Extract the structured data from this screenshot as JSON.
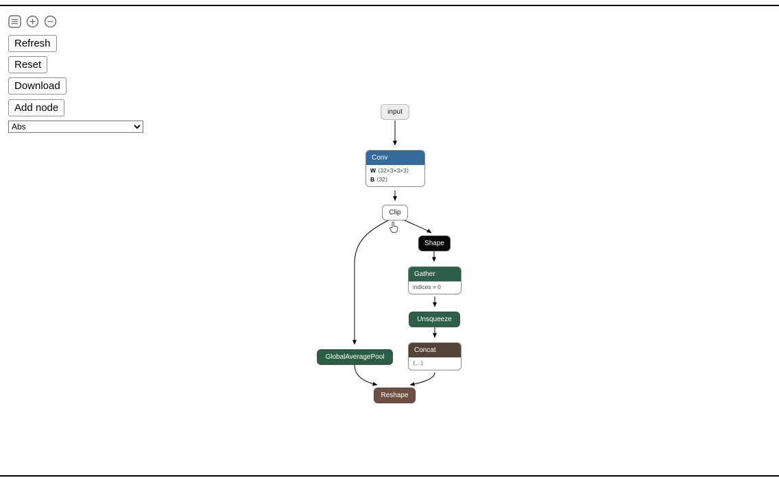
{
  "window": {
    "top_border_color": "#000000",
    "bottom_border_color": "#000000"
  },
  "toolbar": {
    "menu_icon": "hamburger-menu",
    "zoom_in_icon": "zoom-in",
    "zoom_out_icon": "zoom-out",
    "refresh_label": "Refresh",
    "reset_label": "Reset",
    "download_label": "Download",
    "add_node_label": "Add node",
    "node_type_selected": "Abs"
  },
  "graph": {
    "nodes": {
      "input": {
        "label": "input",
        "kind": "io"
      },
      "conv": {
        "label": "Conv",
        "kind": "layer",
        "color": "#38699b",
        "weights_name": "W",
        "weights_value": "⟨32×3×3×3⟩",
        "bias_name": "B",
        "bias_value": "⟨32⟩"
      },
      "clip": {
        "label": "Clip",
        "kind": "activation"
      },
      "shape": {
        "label": "Shape",
        "kind": "shape",
        "color": "#0a0a0a"
      },
      "gather": {
        "label": "Gather",
        "kind": "transform",
        "color": "#2e5f48",
        "attribute": "indices = 0"
      },
      "unsqueeze": {
        "label": "Unsqueeze",
        "kind": "transform",
        "color": "#2e5f48"
      },
      "global_average_pool": {
        "label": "GlobalAveragePool",
        "kind": "pool",
        "color": "#2a5f45"
      },
      "concat": {
        "label": "Concat",
        "kind": "tensor",
        "color": "#53443a",
        "attribute": "⟨…⟩"
      },
      "reshape": {
        "label": "Reshape",
        "kind": "shape-transform",
        "color": "#6e4f41"
      }
    },
    "edges": [
      {
        "from": "input",
        "to": "Conv"
      },
      {
        "from": "Conv",
        "to": "Clip"
      },
      {
        "from": "Clip",
        "to": "Shape"
      },
      {
        "from": "Clip",
        "to": "GlobalAveragePool"
      },
      {
        "from": "Shape",
        "to": "Gather"
      },
      {
        "from": "Gather",
        "to": "Unsqueeze"
      },
      {
        "from": "Unsqueeze",
        "to": "Concat"
      },
      {
        "from": "GlobalAveragePool",
        "to": "Reshape"
      },
      {
        "from": "Concat",
        "to": "Reshape"
      }
    ]
  }
}
